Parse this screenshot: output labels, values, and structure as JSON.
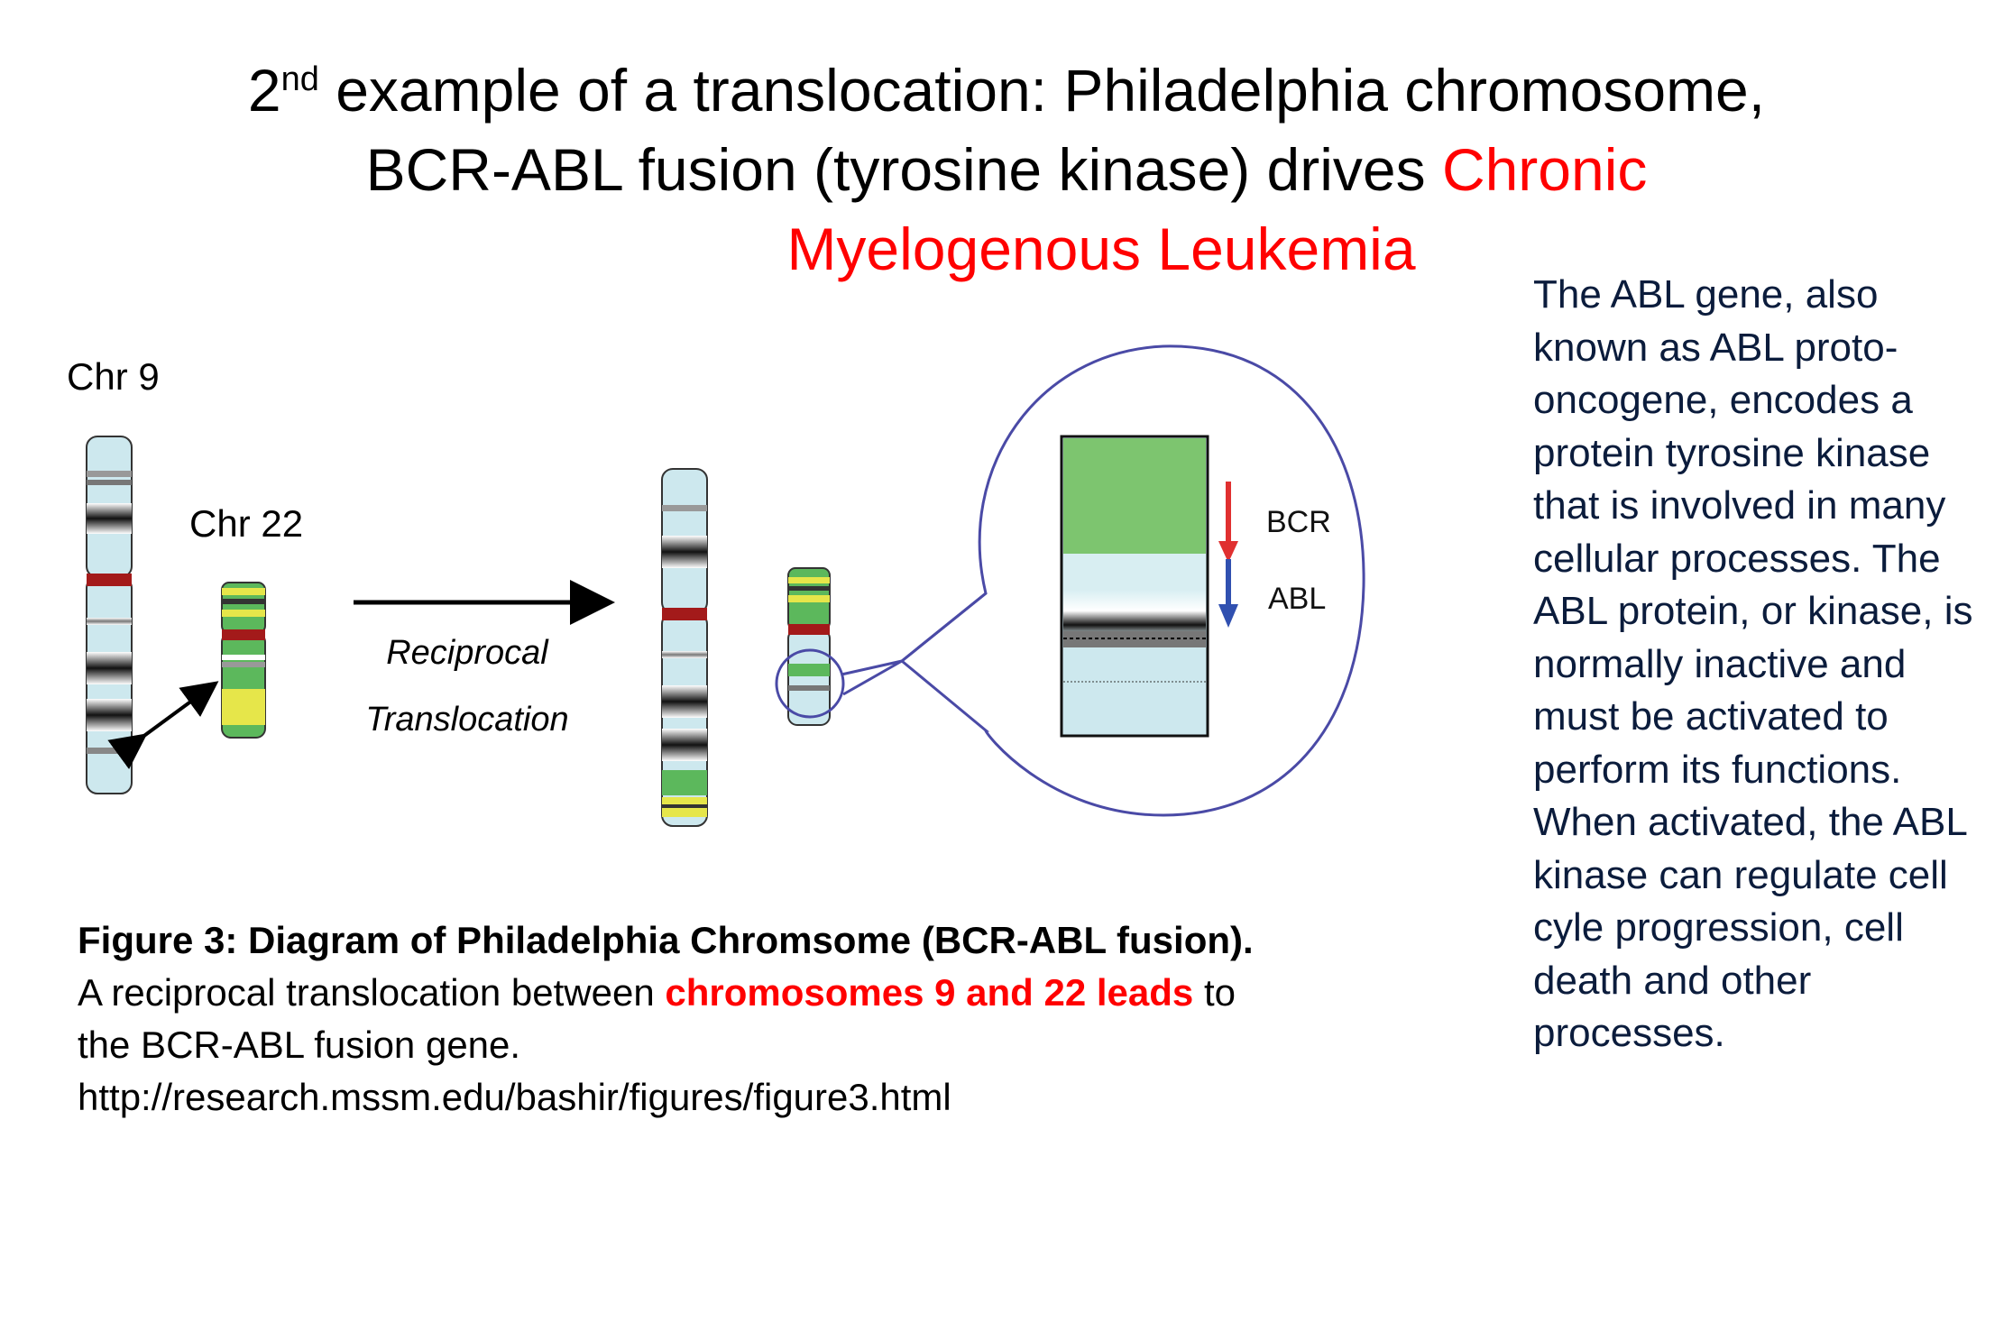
{
  "title": {
    "prefix": "2",
    "superscript": "nd",
    "line1_rest": " example of a translocation: Philadelphia chromosome,",
    "line2_black": "BCR-ABL fusion (tyrosine kinase) drives ",
    "line2_red": "Chronic",
    "line3_red": "Myelogenous Leukemia"
  },
  "diagram": {
    "chr9_label": "Chr 9",
    "chr22_label": "Chr 22",
    "arrow_label_line1": "Reciprocal",
    "arrow_label_line2": "Translocation",
    "bcr_label": "BCR",
    "abl_label": "ABL"
  },
  "caption": {
    "heading": "Figure 3: Diagram of Philadelphia Chromsome (BCR-ABL fusion).",
    "text_before": "A reciprocal translocation between ",
    "highlight": "chromosomes 9 and 22 leads",
    "text_after": " to",
    "line3": "the BCR-ABL fusion gene.",
    "url": "http://research.mssm.edu/bashir/figures/figure3.html"
  },
  "sidebar": {
    "text": "The ABL gene, also known as ABL proto-oncogene, encodes a protein tyrosine kinase that is involved in many cellular processes. The ABL protein, or kinase, is normally inactive and must be activated to perform its functions. When activated, the ABL kinase can regulate cell cyle progression, cell death and other processes."
  },
  "colors": {
    "chromosome_blue": "#cde8ee",
    "centromere_red": "#a31a1a",
    "band_green": "#5cb85c",
    "band_yellow": "#e6e64a",
    "zoom_circle": "#4a4aa6",
    "bcr_arrow": "#e03030",
    "abl_arrow": "#3050b0",
    "highlight_red": "#ff0000",
    "sidebar_text": "#0b1c3c"
  }
}
